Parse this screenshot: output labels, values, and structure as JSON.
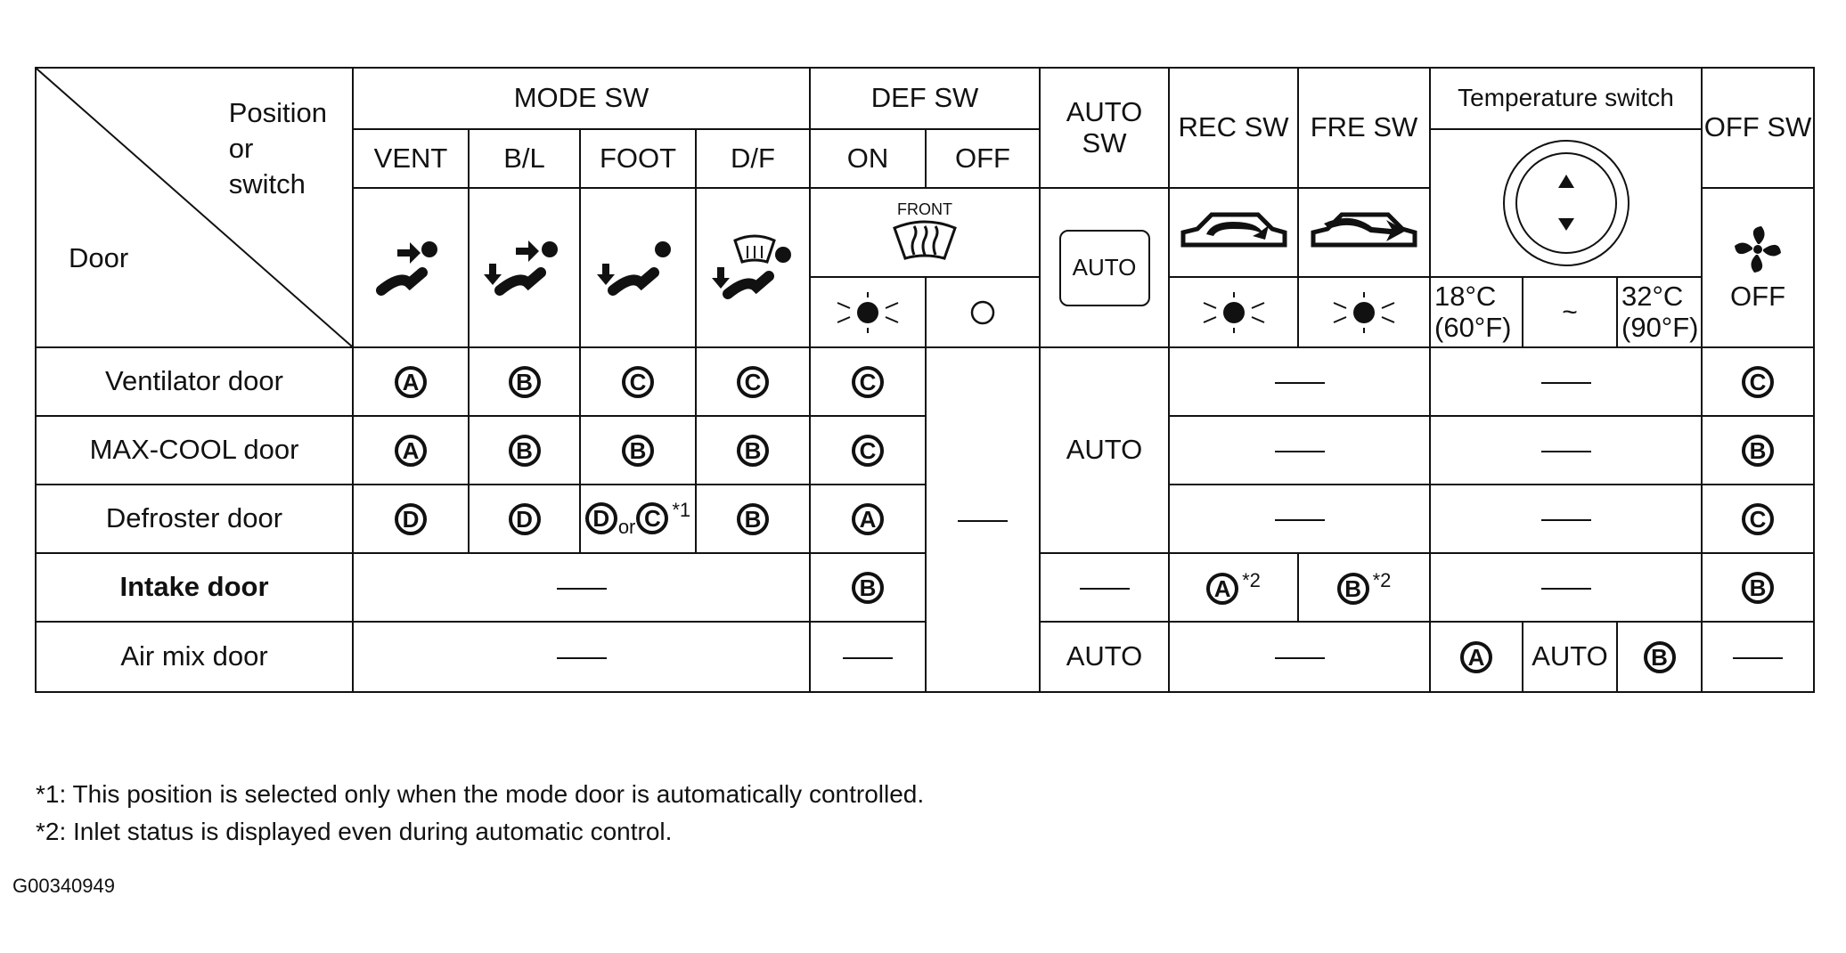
{
  "header": {
    "corner_position": "Position",
    "corner_or": "or",
    "corner_switch": "switch",
    "corner_door": "Door",
    "mode_sw": "MODE SW",
    "def_sw": "DEF SW",
    "auto_sw": "AUTO SW",
    "rec_sw": "REC SW",
    "fre_sw": "FRE SW",
    "temp_switch": "Temperature switch",
    "off_sw": "OFF SW",
    "vent": "VENT",
    "bl": "B/L",
    "foot": "FOOT",
    "df": "D/F",
    "on": "ON",
    "off": "OFF",
    "front": "FRONT",
    "auto_button": "AUTO",
    "off_label": "OFF",
    "temp_low_c": "18°C",
    "temp_low_f": "(60°F)",
    "temp_tilde": "~",
    "temp_high_c": "32°C",
    "temp_high_f": "(90°F)"
  },
  "rows": {
    "ventilator": {
      "label": "Ventilator door",
      "vent": "A",
      "bl": "B",
      "foot": "C",
      "df": "C",
      "def_on": "C",
      "off_sw": "C"
    },
    "maxcool": {
      "label": "MAX-COOL door",
      "vent": "A",
      "bl": "B",
      "foot": "B",
      "df": "B",
      "def_on": "C",
      "auto": "AUTO",
      "off_sw": "B"
    },
    "defroster": {
      "label": "Defroster door",
      "vent": "D",
      "bl": "D",
      "foot_1": "D",
      "foot_or": "or",
      "foot_2": "C",
      "foot_sup": "*1",
      "df": "B",
      "def_on": "A",
      "off_sw": "C"
    },
    "intake": {
      "label": "Intake door",
      "def_on": "B",
      "rec": "A",
      "rec_sup": "*2",
      "fre": "B",
      "fre_sup": "*2",
      "off_sw": "B"
    },
    "airmix": {
      "label": "Air mix door",
      "auto": "AUTO",
      "temp_low": "A",
      "temp_mid": "AUTO",
      "temp_high": "B"
    }
  },
  "footnotes": {
    "fn1": "*1: This position is selected only when the mode door is automatically controlled.",
    "fn2": "*2: Inlet status is displayed even during automatic control."
  },
  "figure_id": "G00340949"
}
